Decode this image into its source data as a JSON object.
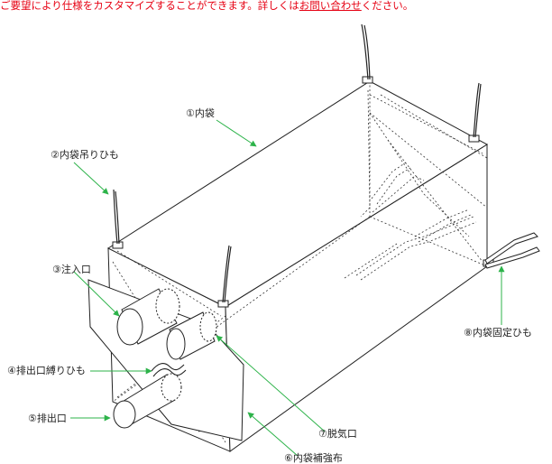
{
  "notice": {
    "text_before": "ご要望により仕様をカスタマイズすることができます。詳しくは",
    "link_text": "お問い合わせ",
    "text_after": "ください。"
  },
  "labels": {
    "inner_bag": "①内袋",
    "inner_bag_hanging_string": "②内袋吊りひも",
    "inlet": "③注入口",
    "outlet_tie_string": "④排出口縛りひも",
    "outlet": "⑤排出口",
    "inner_bag_reinforcement": "⑥内袋補強布",
    "degassing_port": "⑦脱気口",
    "inner_bag_fixing_string": "⑧内袋固定ひも"
  },
  "colors": {
    "notice": "#e60012",
    "leader_arrow": "#2db34a",
    "drawing": "#222222"
  }
}
